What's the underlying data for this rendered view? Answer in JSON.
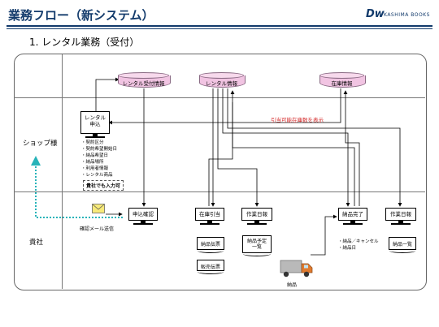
{
  "header": {
    "title": "業務フロー（新システム）",
    "logo_mark": "Dw",
    "logo_text": "KASHIMA BOOKS"
  },
  "section": {
    "subtitle": "1. レンタル業務（受付）"
  },
  "lanes": {
    "customer": "ショップ様",
    "company": "貴社"
  },
  "databases": {
    "rental_reception": "レンタル受付情報",
    "rental_info": "レンタル情報",
    "inventory": "在庫情報"
  },
  "terminals": {
    "rental_apply": "レンタル\n申込",
    "apply_confirm": "申込確認",
    "stock_allocation": "在庫引当",
    "work_schedule_1": "作業日報",
    "delivery_complete": "納品完了",
    "work_schedule_2": "作業日報"
  },
  "documents": {
    "delivery_slip": "納品伝票",
    "delivery_plan": "納品予定\n一覧",
    "sales_slip": "販売伝票",
    "delivery_list": "納品一覧"
  },
  "input_items": [
    "・契約区分",
    "・契約希望開始日",
    "・納品希望日",
    "・納品場所",
    "・利用者情報",
    "・レンタル商品"
  ],
  "delivery_notes": [
    "・納品／キャンセル",
    "・納品日"
  ],
  "notes": {
    "company_input": "貴社でも入力可",
    "confirm_mail": "確認メール送信",
    "show_stock": "引当可能在庫数を表示",
    "delivery": "納品"
  },
  "colors": {
    "title": "#123a6b",
    "db_fill": "#f1c4e2",
    "mail_arrow": "#27b3b9",
    "alert": "#d42a2a"
  }
}
